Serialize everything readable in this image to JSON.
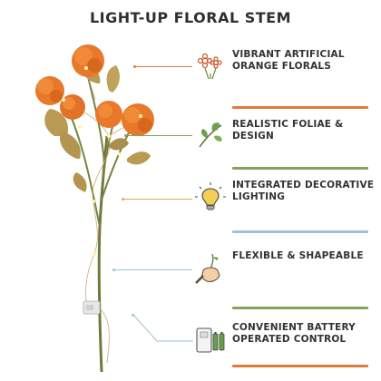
{
  "title": "LIGHT-UP FLORAL STEM",
  "features": [
    {
      "line1": "VIBRANT ARTIFICIAL",
      "line2": "ORANGE FLORALS",
      "icon": "flower-icon",
      "color": "#e07a3a"
    },
    {
      "line1": "REALISTIC FOLIAE & DESIGN",
      "line2": "",
      "icon": "leaf-branch-icon",
      "color": "#8aa05a"
    },
    {
      "line1": "INTEGRATED DECORATIVE",
      "line2": "LIGHTING",
      "icon": "light-bulb-icon",
      "color": "#e3a54b"
    },
    {
      "line1": "FLEXIBLE & SHAPEABLE",
      "line2": "",
      "icon": "hand-bending-stem-icon",
      "color": "#8fb8c9"
    },
    {
      "line1": "CONVENIENT BATTERY",
      "line2": "OPERATED CONTROL",
      "icon": "battery-icon",
      "color": "#7a9a6a"
    }
  ],
  "colors": {
    "flower": "#e8782a",
    "flower_dark": "#c95a12",
    "leaf": "#b89a52",
    "stem": "#6f7a3a",
    "text": "#333333",
    "sep_orange": "#e07a3a",
    "sep_green": "#8aa05a",
    "sep_blue": "#9fc3d4"
  }
}
